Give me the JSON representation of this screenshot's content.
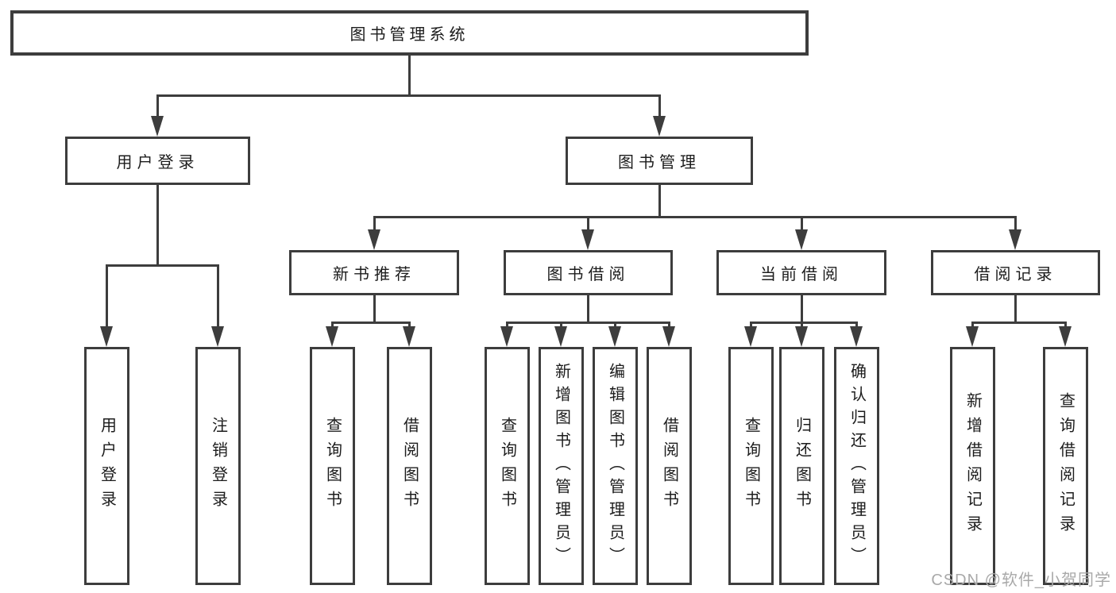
{
  "tree": {
    "root": {
      "label": "图书管理系统",
      "children": [
        {
          "label": "用户登录",
          "children": [
            {
              "label": "用户登录"
            },
            {
              "label": "注销登录"
            }
          ]
        },
        {
          "label": "图书管理",
          "children": [
            {
              "label": "新书推荐",
              "children": [
                {
                  "label": "查询图书"
                },
                {
                  "label": "借阅图书"
                }
              ]
            },
            {
              "label": "图书借阅",
              "children": [
                {
                  "label": "查询图书"
                },
                {
                  "label": "新增图书（管理员）"
                },
                {
                  "label": "编辑图书（管理员）"
                },
                {
                  "label": "借阅图书"
                }
              ]
            },
            {
              "label": "当前借阅",
              "children": [
                {
                  "label": "查询图书"
                },
                {
                  "label": "归还图书"
                },
                {
                  "label": "确认归还（管理员）"
                }
              ]
            },
            {
              "label": "借阅记录",
              "children": [
                {
                  "label": "新增借阅记录"
                },
                {
                  "label": "查询借阅记录"
                }
              ]
            }
          ]
        }
      ]
    }
  },
  "watermark": "CSDN @软件_小贺同学",
  "colors": {
    "line": "#3d3d3d",
    "box_border": "#3d3d3d",
    "text": "#1c1c1c",
    "watermark": "#a9a9a9",
    "background": "#ffffff"
  }
}
